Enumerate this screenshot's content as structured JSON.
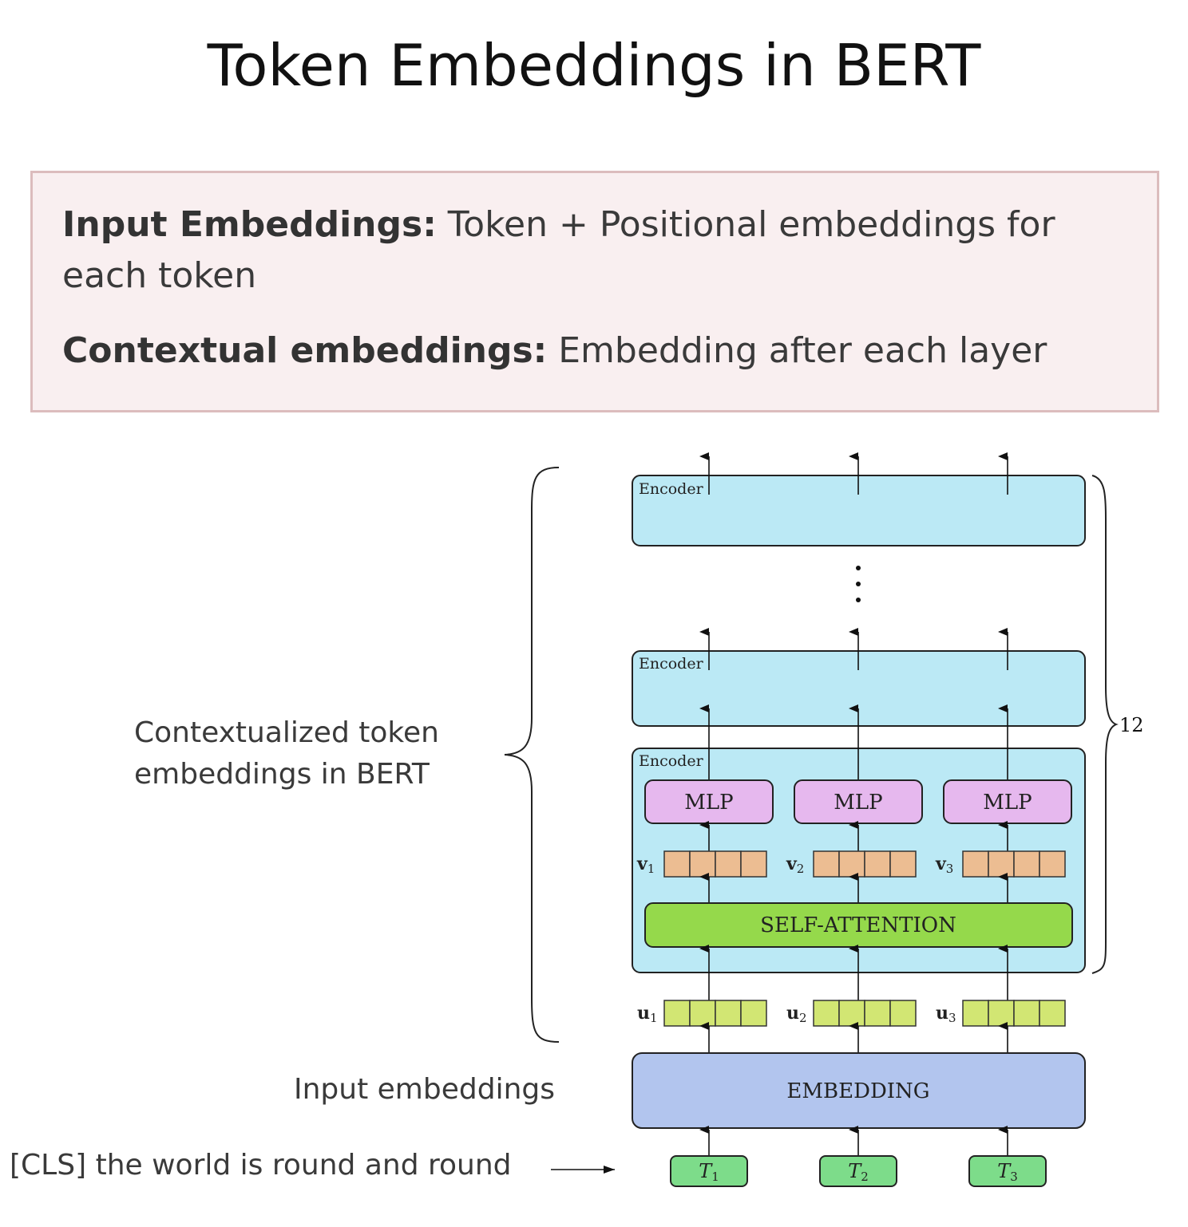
{
  "title": "Token Embeddings in BERT",
  "definitions": [
    {
      "term": "Input Embeddings:",
      "text": " Token + Positional embeddings for each token"
    },
    {
      "term": "Contextual embeddings:",
      "text": " Embedding after each layer"
    }
  ],
  "labels": {
    "contextualized_line1": "Contextualized  token",
    "contextualized_line2": "embeddings in BERT",
    "input_embeddings": "Input embeddings",
    "sentence": "[CLS] the world is round and round"
  },
  "diagram": {
    "encoder_label": "Encoder",
    "mlp_label": "MLP",
    "self_attention_label": "SELF-ATTENTION",
    "embedding_label": "EMBEDDING",
    "layer_count": "12",
    "v_labels": [
      "v",
      "v",
      "v"
    ],
    "v_subs": [
      "1",
      "2",
      "3"
    ],
    "u_labels": [
      "u",
      "u",
      "u"
    ],
    "u_subs": [
      "1",
      "2",
      "3"
    ],
    "tokens": [
      "T",
      "T",
      "T"
    ],
    "token_subs": [
      "1",
      "2",
      "3"
    ],
    "colors": {
      "encoder": "#bbe9f5",
      "mlp": "#e6b8ee",
      "self_attention": "#95d94b",
      "embedding": "#b2c5ee",
      "v_vector": "#ecbd92",
      "u_vector": "#d2e673",
      "token": "#7ddc8a",
      "def_box_bg": "#f9eff0",
      "def_box_border": "#dcbcbd"
    }
  }
}
